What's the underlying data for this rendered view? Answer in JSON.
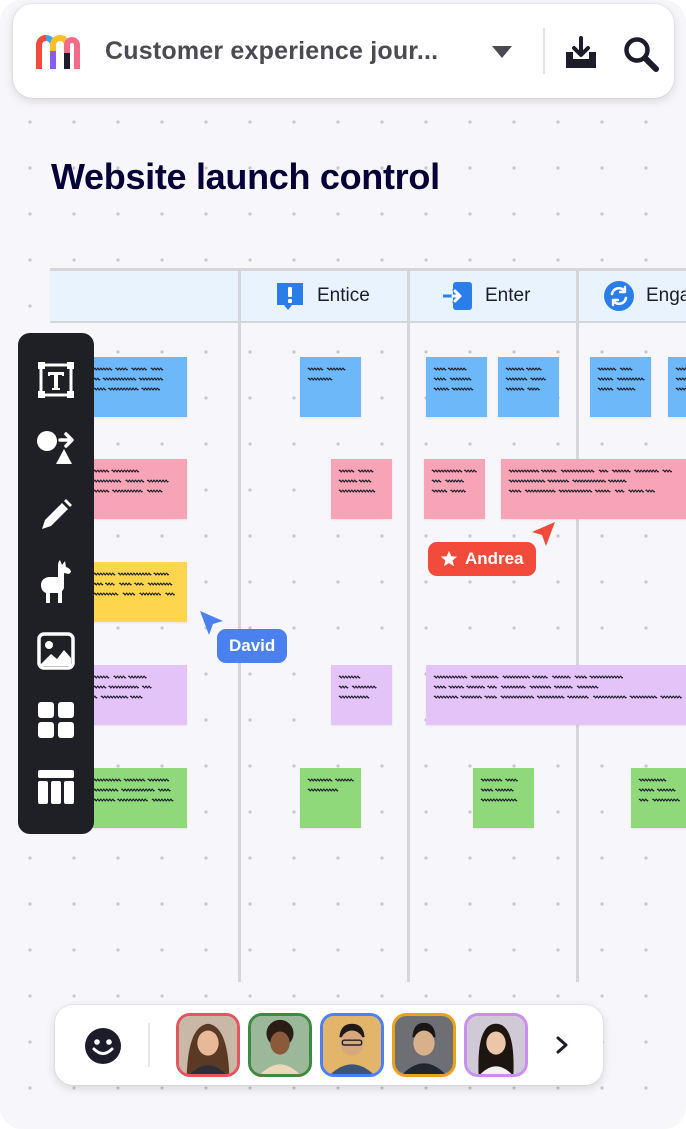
{
  "header": {
    "board_title": "Customer experience jour...",
    "dropdown_icon": "chevron-down-icon",
    "export_icon": "download-tray-icon",
    "search_icon": "search-icon"
  },
  "board": {
    "heading": "Website launch control"
  },
  "columns": [
    {
      "label": "Entice",
      "icon": "exclamation-flag-icon",
      "color": "#2b7de9"
    },
    {
      "label": "Enter",
      "icon": "enter-arrow-icon",
      "color": "#2b7de9"
    },
    {
      "label": "Enga",
      "icon": "refresh-cycle-icon",
      "color": "#2b7de9"
    }
  ],
  "cursors": [
    {
      "name": "Andrea",
      "color": "#f24b3c",
      "icon": "star-icon"
    },
    {
      "name": "David",
      "color": "#4a80f0"
    }
  ],
  "toolbar": {
    "tools": [
      "text-tool-icon",
      "shapes-tool-icon",
      "pen-tool-icon",
      "llama-icon",
      "image-icon",
      "templates-grid-icon",
      "table-icon"
    ]
  },
  "collaborators": [
    {
      "name": "collaborator-1",
      "border": "#e0575f"
    },
    {
      "name": "collaborator-2",
      "border": "#3e8a3e"
    },
    {
      "name": "collaborator-3",
      "border": "#4a80f0"
    },
    {
      "name": "collaborator-4",
      "border": "#e9a21c"
    },
    {
      "name": "collaborator-5",
      "border": "#c98ef0"
    }
  ],
  "colors": {
    "blue_sticky": "#6cb8f9",
    "pink_sticky": "#f7a4b6",
    "yellow_sticky": "#fdd64d",
    "purple_sticky": "#e4c3f8",
    "green_sticky": "#8fd97b",
    "header_bg": "#e9f3fd",
    "toolbar_bg": "#1f1f26"
  }
}
